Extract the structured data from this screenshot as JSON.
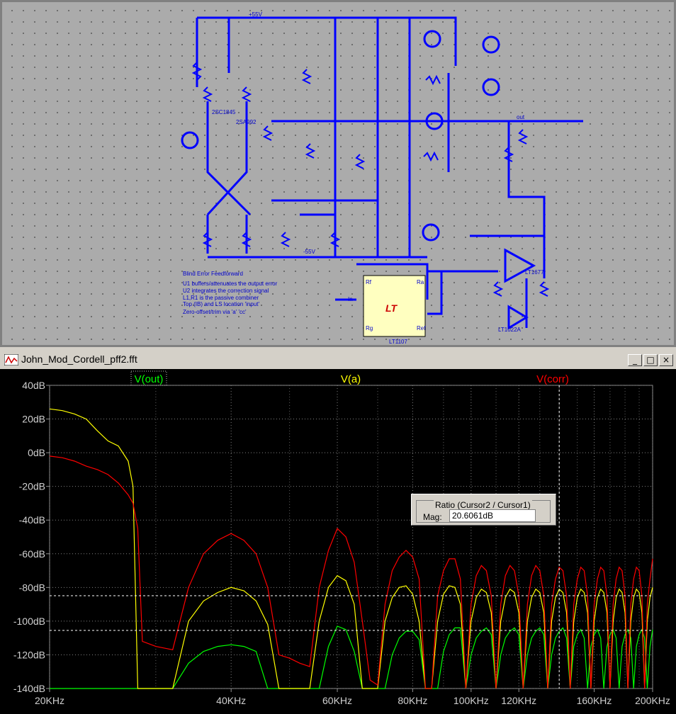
{
  "schematic": {
    "labels": {
      "vcc": "+55V",
      "vee": "-55V",
      "in": "In",
      "out": "out",
      "lt1107": "LT1107",
      "lt1677": "LT1677",
      "lt1022": "LT1022A",
      "lt_logo": "LT",
      "rf": "Rf",
      "rg": "Rg",
      "ref": "Ref",
      "ra": "Ra",
      "q1": "2SC1845",
      "q2": "2SA992"
    },
    "notes": [
      "Blind Error Feedforward",
      "U1 buffers/attenuates the output error",
      "U2 integrates the correction signal",
      "L1,R1 is the passive combiner",
      "Top (IB) and LS location 'input'",
      "Zero-offset/trim via 'a' 'cc'"
    ]
  },
  "window": {
    "title": "John_Mod_Cordell_pff2.fft",
    "buttons": [
      "_",
      "□",
      "×"
    ]
  },
  "ratio_box": {
    "title": "Ratio (Cursor2 / Cursor1)",
    "mag_label": "Mag:",
    "mag_value": "20.6061dB"
  },
  "chart_data": {
    "type": "line",
    "title": "",
    "xlabel": "",
    "ylabel": "",
    "xscale": "log",
    "xlim": [
      20000,
      200000
    ],
    "ylim": [
      -140,
      40
    ],
    "yticks": [
      40,
      20,
      0,
      -20,
      -40,
      -60,
      -80,
      -100,
      -120,
      -140
    ],
    "ytick_labels": [
      "40dB",
      "20dB",
      "0dB",
      "-20dB",
      "-40dB",
      "-60dB",
      "-80dB",
      "-100dB",
      "-120dB",
      "-140dB"
    ],
    "xticks": [
      20000,
      40000,
      60000,
      80000,
      100000,
      120000,
      160000,
      200000
    ],
    "xtick_labels": [
      "20KHz",
      "40KHz",
      "60KHz",
      "80KHz",
      "100KHz",
      "120KHz",
      "160KHz",
      "200KHz"
    ],
    "cursors": {
      "x": 140000,
      "y1": -105.5,
      "y2": -84.9
    },
    "series": [
      {
        "name": "V(out)",
        "color": "#00ff00",
        "x": [
          20000,
          21000,
          21500,
          22000,
          22500,
          23000,
          23500,
          24000,
          24500,
          25000,
          26000,
          27000,
          28000,
          30000,
          32000,
          34000,
          36000,
          38000,
          40000,
          42000,
          44000,
          46000,
          48000,
          50000,
          52000,
          54000,
          56000,
          58000,
          60000,
          62000,
          64000,
          66000,
          68000,
          70000,
          72000,
          74000,
          76000,
          78000,
          80000,
          82000,
          84000,
          86000,
          88000,
          90000,
          92000,
          94000,
          96000,
          98000,
          100000,
          102000,
          104000,
          106000,
          108000,
          110000,
          112000,
          114000,
          116000,
          118000,
          120000,
          122000,
          124000,
          126000,
          128000,
          130000,
          132000,
          134000,
          136000,
          138000,
          140000,
          142000,
          144000,
          146000,
          148000,
          150000,
          152000,
          154000,
          156000,
          158000,
          160000,
          162000,
          164000,
          166000,
          168000,
          170000,
          172000,
          174000,
          176000,
          178000,
          180000,
          182000,
          184000,
          186000,
          188000,
          190000,
          192000,
          194000,
          196000,
          198000,
          200000
        ],
        "y": [
          -140,
          -140,
          -140,
          -140,
          -140,
          -140,
          -140,
          -140,
          -140,
          -140,
          -140,
          -140,
          -140,
          -140,
          -140,
          -125,
          -118,
          -115,
          -114,
          -115,
          -118,
          -140,
          -140,
          -140,
          -140,
          -140,
          -140,
          -115,
          -103,
          -105,
          -118,
          -140,
          -140,
          -140,
          -140,
          -120,
          -110,
          -106,
          -106,
          -111,
          -140,
          -140,
          -140,
          -118,
          -108,
          -104,
          -104,
          -140,
          -120,
          -110,
          -106,
          -104,
          -108,
          -140,
          -120,
          -110,
          -106,
          -104,
          -108,
          -140,
          -120,
          -110,
          -106,
          -104,
          -108,
          -140,
          -120,
          -110,
          -106,
          -104,
          -110,
          -140,
          -115,
          -108,
          -105,
          -110,
          -140,
          -115,
          -108,
          -105,
          -110,
          -140,
          -115,
          -108,
          -105,
          -110,
          -140,
          -115,
          -108,
          -105,
          -110,
          -140,
          -115,
          -108,
          -105,
          -110,
          -140,
          -115,
          -105
        ]
      },
      {
        "name": "V(a)",
        "color": "#ffff00",
        "x": [
          20000,
          21000,
          22000,
          23000,
          24000,
          25000,
          26000,
          27000,
          27500,
          28000,
          28500,
          29000,
          30000,
          32000,
          34000,
          36000,
          38000,
          40000,
          42000,
          44000,
          46000,
          48000,
          50000,
          52000,
          54000,
          56000,
          58000,
          60000,
          62000,
          64000,
          66000,
          68000,
          70000,
          72000,
          74000,
          76000,
          78000,
          80000,
          82000,
          84000,
          86000,
          88000,
          90000,
          92000,
          94000,
          96000,
          98000,
          100000,
          102000,
          104000,
          106000,
          108000,
          110000,
          112000,
          114000,
          116000,
          118000,
          120000,
          122000,
          124000,
          126000,
          128000,
          130000,
          132000,
          134000,
          136000,
          138000,
          140000,
          142000,
          144000,
          146000,
          148000,
          150000,
          152000,
          154000,
          156000,
          158000,
          160000,
          162000,
          164000,
          166000,
          168000,
          170000,
          172000,
          174000,
          176000,
          178000,
          180000,
          182000,
          184000,
          186000,
          188000,
          190000,
          192000,
          194000,
          196000,
          198000,
          200000
        ],
        "y": [
          26,
          25,
          23,
          20,
          13,
          7,
          4,
          -5,
          -20,
          -140,
          -140,
          -140,
          -140,
          -140,
          -100,
          -88,
          -83,
          -80,
          -82,
          -88,
          -102,
          -140,
          -140,
          -140,
          -140,
          -100,
          -80,
          -73,
          -76,
          -90,
          -140,
          -140,
          -140,
          -100,
          -86,
          -80,
          -79,
          -84,
          -100,
          -140,
          -140,
          -100,
          -84,
          -79,
          -80,
          -90,
          -140,
          -100,
          -86,
          -81,
          -83,
          -95,
          -140,
          -100,
          -86,
          -81,
          -83,
          -95,
          -140,
          -100,
          -86,
          -81,
          -83,
          -95,
          -140,
          -100,
          -86,
          -81,
          -83,
          -95,
          -140,
          -100,
          -86,
          -81,
          -83,
          -95,
          -140,
          -100,
          -86,
          -81,
          -83,
          -95,
          -140,
          -100,
          -86,
          -81,
          -83,
          -95,
          -140,
          -100,
          -86,
          -81,
          -83,
          -95,
          -140,
          -100,
          -86,
          -80
        ]
      },
      {
        "name": "V(corr)",
        "color": "#ff0000",
        "x": [
          20000,
          21000,
          22000,
          23000,
          24000,
          25000,
          26000,
          27000,
          27500,
          28000,
          28500,
          29000,
          30000,
          32000,
          34000,
          36000,
          38000,
          40000,
          42000,
          44000,
          46000,
          48000,
          50000,
          52000,
          54000,
          56000,
          58000,
          60000,
          62000,
          64000,
          66000,
          68000,
          70000,
          72000,
          74000,
          76000,
          78000,
          80000,
          82000,
          84000,
          86000,
          88000,
          90000,
          92000,
          94000,
          96000,
          98000,
          100000,
          102000,
          104000,
          106000,
          108000,
          110000,
          112000,
          114000,
          116000,
          118000,
          120000,
          122000,
          124000,
          126000,
          128000,
          130000,
          132000,
          134000,
          136000,
          138000,
          140000,
          142000,
          144000,
          146000,
          148000,
          150000,
          152000,
          154000,
          156000,
          158000,
          160000,
          162000,
          164000,
          166000,
          168000,
          170000,
          172000,
          174000,
          176000,
          178000,
          180000,
          182000,
          184000,
          186000,
          188000,
          190000,
          192000,
          194000,
          196000,
          198000,
          200000
        ],
        "y": [
          -2,
          -3,
          -5,
          -8,
          -10,
          -13,
          -18,
          -25,
          -30,
          -45,
          -112,
          -113,
          -115,
          -117,
          -80,
          -60,
          -52,
          -48,
          -52,
          -60,
          -80,
          -120,
          -122,
          -125,
          -127,
          -80,
          -58,
          -45,
          -50,
          -65,
          -100,
          -135,
          -138,
          -90,
          -70,
          -62,
          -58,
          -62,
          -75,
          -140,
          -140,
          -85,
          -70,
          -63,
          -63,
          -75,
          -140,
          -90,
          -73,
          -67,
          -70,
          -85,
          -140,
          -90,
          -73,
          -67,
          -70,
          -85,
          -140,
          -90,
          -73,
          -67,
          -70,
          -85,
          -140,
          -90,
          -75,
          -68,
          -70,
          -85,
          -140,
          -90,
          -75,
          -68,
          -70,
          -85,
          -140,
          -90,
          -75,
          -68,
          -70,
          -85,
          -140,
          -90,
          -75,
          -68,
          -70,
          -85,
          -140,
          -90,
          -75,
          -68,
          -70,
          -85,
          -140,
          -90,
          -75,
          -63
        ]
      }
    ]
  }
}
